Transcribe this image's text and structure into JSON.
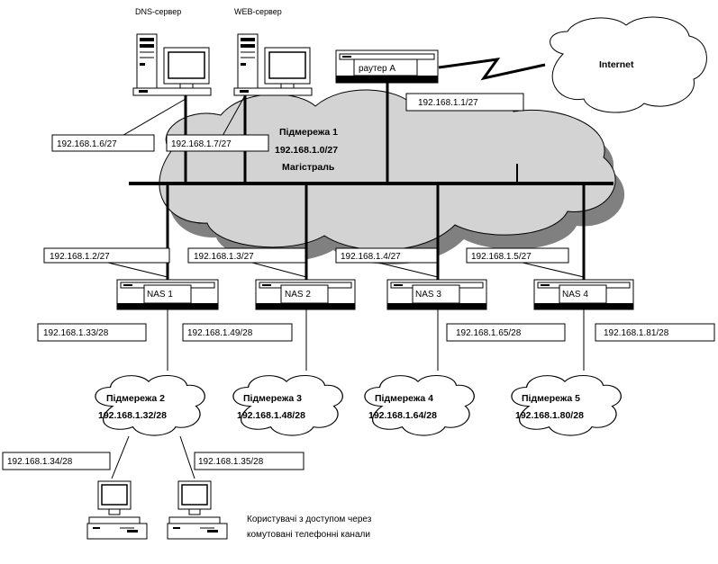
{
  "servers": {
    "dns": {
      "label": "DNS-сервер",
      "ip": "192.168.1.6/27"
    },
    "web": {
      "label": "WEB-сервер",
      "ip": "192.168.1.7/27"
    }
  },
  "router": {
    "label": "раутер А",
    "ip": "192.168.1.1/27"
  },
  "internet": {
    "label": "Internet"
  },
  "backbone": {
    "name": "Підмережа 1",
    "net": "192.168.1.0/27",
    "desc": "Магістраль"
  },
  "nas": [
    {
      "label": "NAS 1",
      "uplink_ip": "192.168.1.2/27",
      "downlink_ip": "192.168.1.33/28",
      "subnet_name": "Підмережа 2",
      "subnet_net": "192.168.1.32/28"
    },
    {
      "label": "NAS 2",
      "uplink_ip": "192.168.1.3/27",
      "downlink_ip": "192.168.1.49/28",
      "subnet_name": "Підмережа 3",
      "subnet_net": "192.168.1.48/28"
    },
    {
      "label": "NAS 3",
      "uplink_ip": "192.168.1.4/27",
      "downlink_ip": "192.168.1.65/28",
      "subnet_name": "Підмережа 4",
      "subnet_net": "192.168.1.64/28"
    },
    {
      "label": "NAS 4",
      "uplink_ip": "192.168.1.5/27",
      "downlink_ip": "192.168.1.81/28",
      "subnet_name": "Підмережа 5",
      "subnet_net": "192.168.1.80/28"
    }
  ],
  "users": {
    "pc1_ip": "192.168.1.34/28",
    "pc2_ip": "192.168.1.35/28",
    "caption_line1": "Користувачі з доступом через",
    "caption_line2": "комутовані телефонні канали"
  }
}
